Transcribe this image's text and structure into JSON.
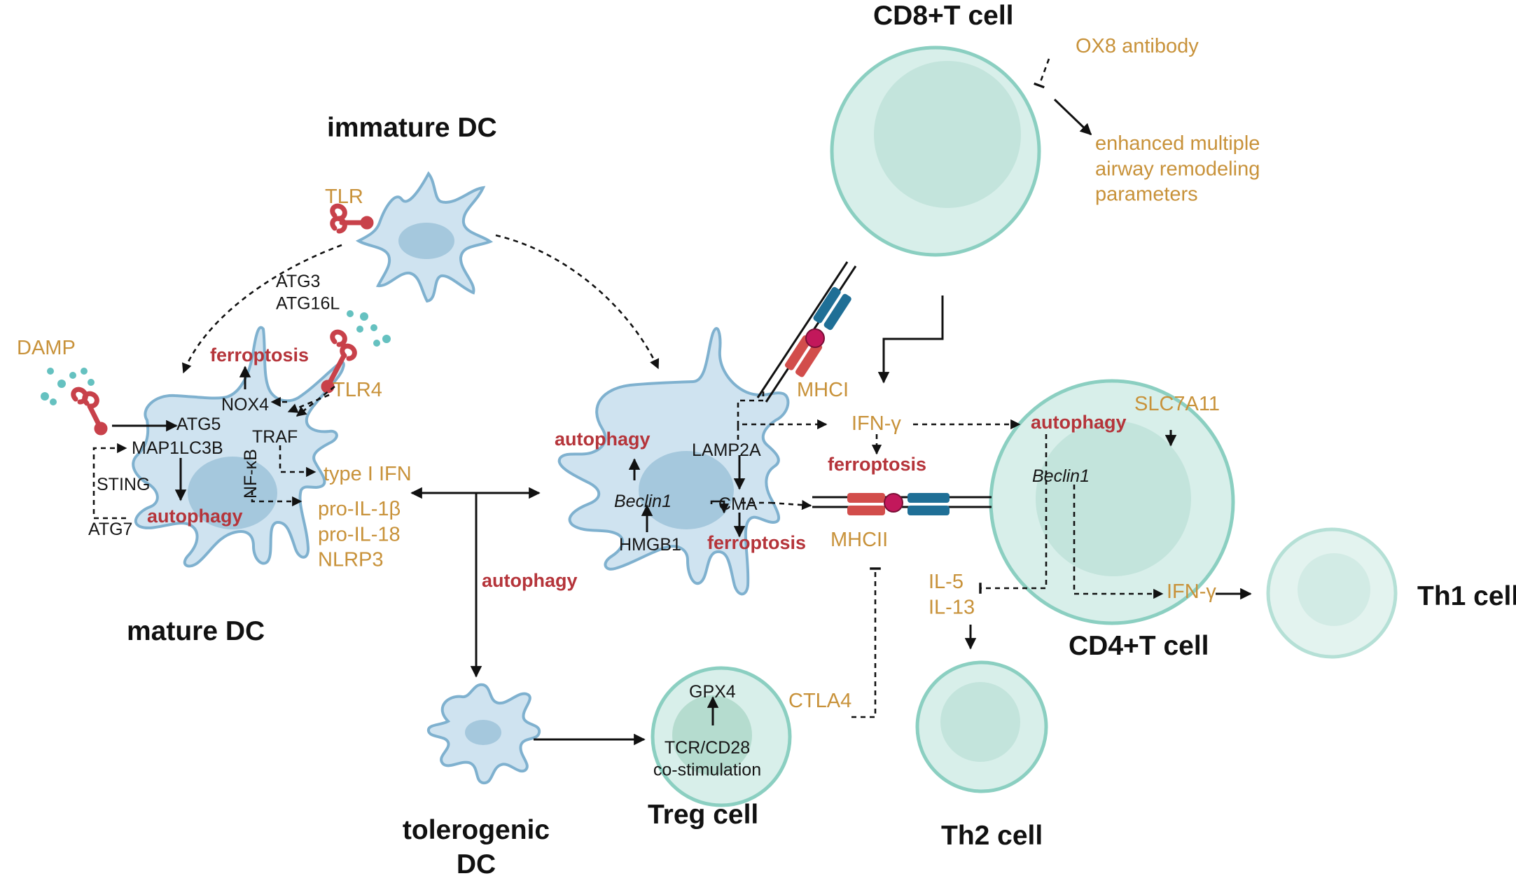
{
  "cells": {
    "immature_dc": "immature DC",
    "mature_dc": "mature DC",
    "tolerogenic_dc": "tolerogenic\nDC",
    "cd8_t": "CD8+T cell",
    "cd4_t": "CD4+T cell",
    "treg": "Treg cell",
    "th1": "Th1 cell",
    "th2": "Th2 cell"
  },
  "receptors": {
    "tlr": "TLR",
    "tlr4": "TLR4",
    "mhci": "MHCI",
    "mhcii": "MHCII"
  },
  "signals": {
    "damp": "DAMP",
    "atg3_atg16l": "ATG3\nATG16L",
    "atg5": "ATG5",
    "nox4": "NOX4",
    "map1lc3b": "MAP1LC3B",
    "sting": "STING",
    "atg7": "ATG7",
    "traf": "TRAF",
    "nfkb": "NF-κB",
    "lamp2a": "LAMP2A",
    "beclin1": "Beclin1",
    "cma": "CMA",
    "hmgb1": "HMGB1",
    "gpx4": "GPX4",
    "tcr_cd28": "TCR/CD28\nco-stimulation"
  },
  "outputs": {
    "ox8": "OX8 antibody",
    "airway": "enhanced multiple\nairway remodeling\nparameters",
    "type1_ifn": "type I IFN",
    "cytokines": "pro-IL-1β\npro-IL-18\nNLRP3",
    "ifn_gamma": "IFN-γ",
    "slc7a11": "SLC7A11",
    "il5_il13": "IL-5\nIL-13",
    "ctla4": "CTLA4"
  },
  "processes": {
    "ferroptosis": "ferroptosis",
    "autophagy": "autophagy"
  },
  "colors": {
    "dc_fill": "#cfe3f0",
    "dc_stroke": "#7fb1cf",
    "nucleus": "#a5c8dd",
    "tcell_fill": "#d8efea",
    "tcell_stroke": "#8bcfc1",
    "receptor_red": "#c8414a",
    "mhc_red": "#d24d4b",
    "tcr_blue": "#1f6f96",
    "orange_text": "#c8923a",
    "red_text": "#b5343a"
  }
}
